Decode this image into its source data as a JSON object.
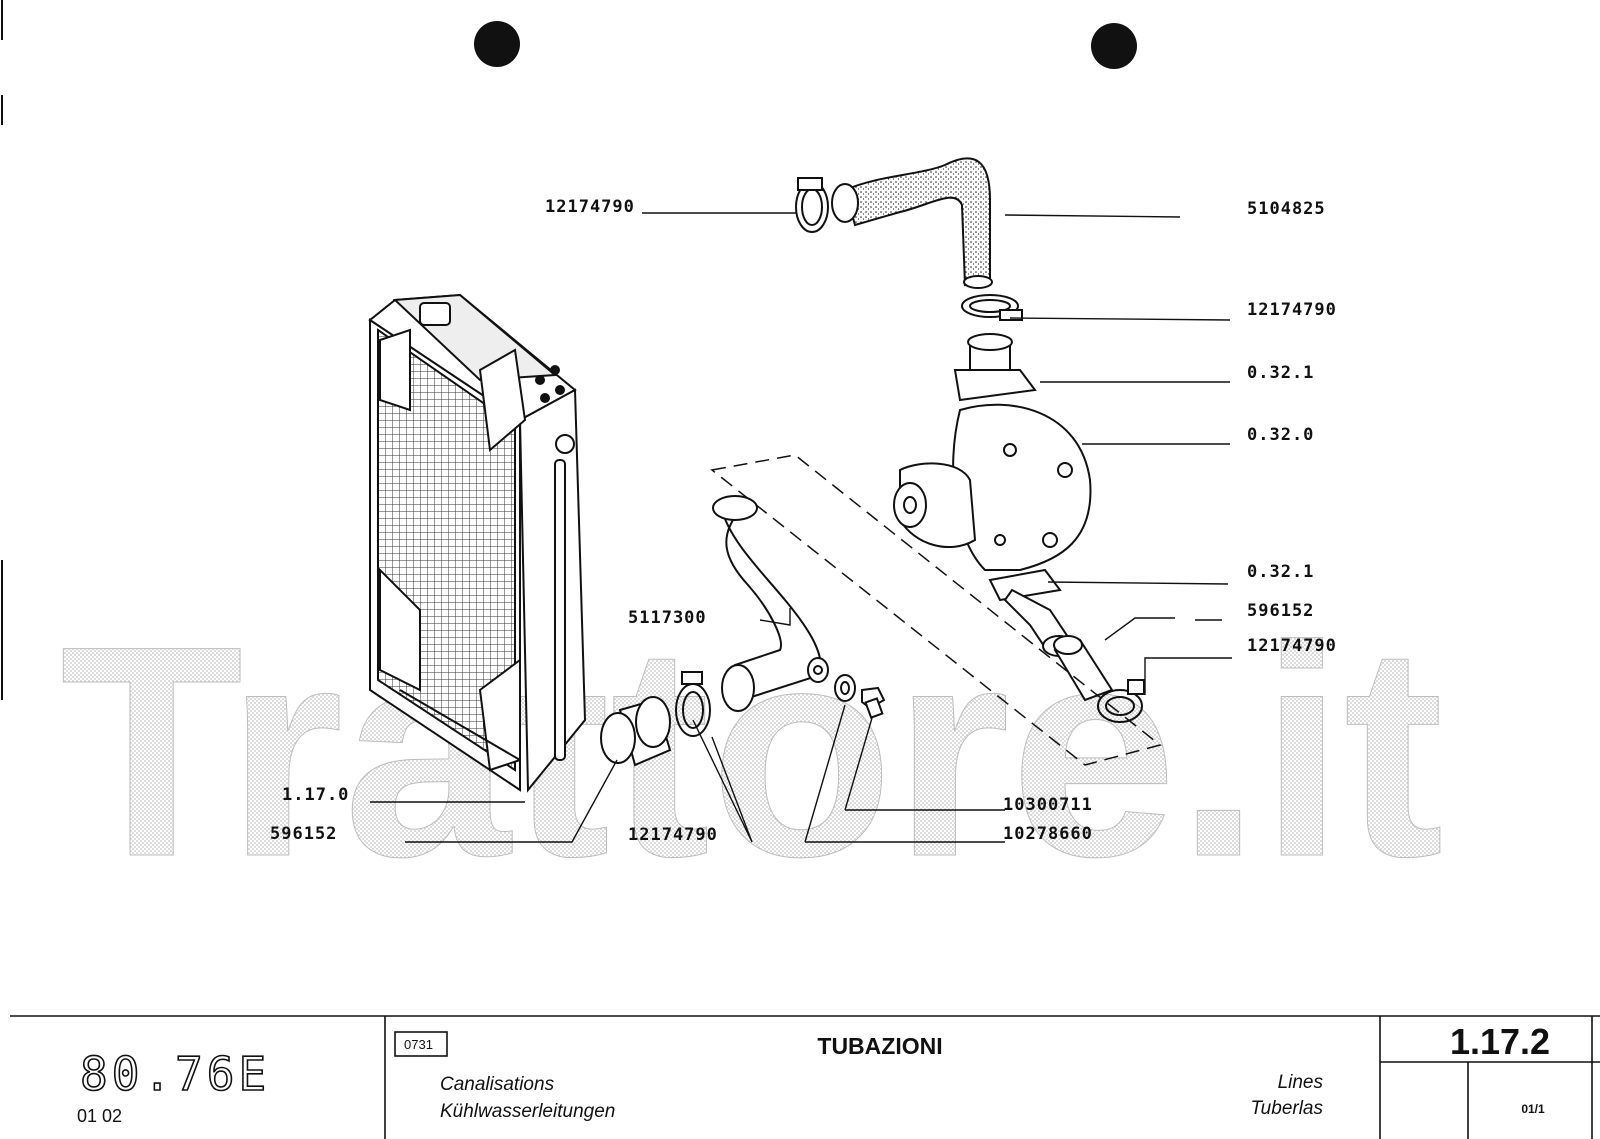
{
  "watermark": "Trattore.it",
  "part_labels": {
    "hose_clamp_top_left": "12174790",
    "upper_hose": "5104825",
    "hose_clamp_top_right": "12174790",
    "gasket_top": "0.32.1",
    "water_pump": "0.32.0",
    "gasket_bottom": "0.32.1",
    "sleeve_right": "596152",
    "hose_clamp_right": "12174790",
    "lower_hose": "5117300",
    "radiator": "1.17.0",
    "sleeve_left": "596152",
    "hose_clamp_bottom": "12174790",
    "screw": "10300711",
    "washer": "10278660"
  },
  "footer": {
    "model": "80.76E",
    "model_sub": "01 02",
    "group_code": "0731",
    "title": "TUBAZIONI",
    "title_fr": "Canalisations",
    "title_de": "Kühlwasserleitungen",
    "title_en": "Lines",
    "title_es": "Tuberlas",
    "page_number": "1.17.2",
    "sheet": "01/1"
  }
}
